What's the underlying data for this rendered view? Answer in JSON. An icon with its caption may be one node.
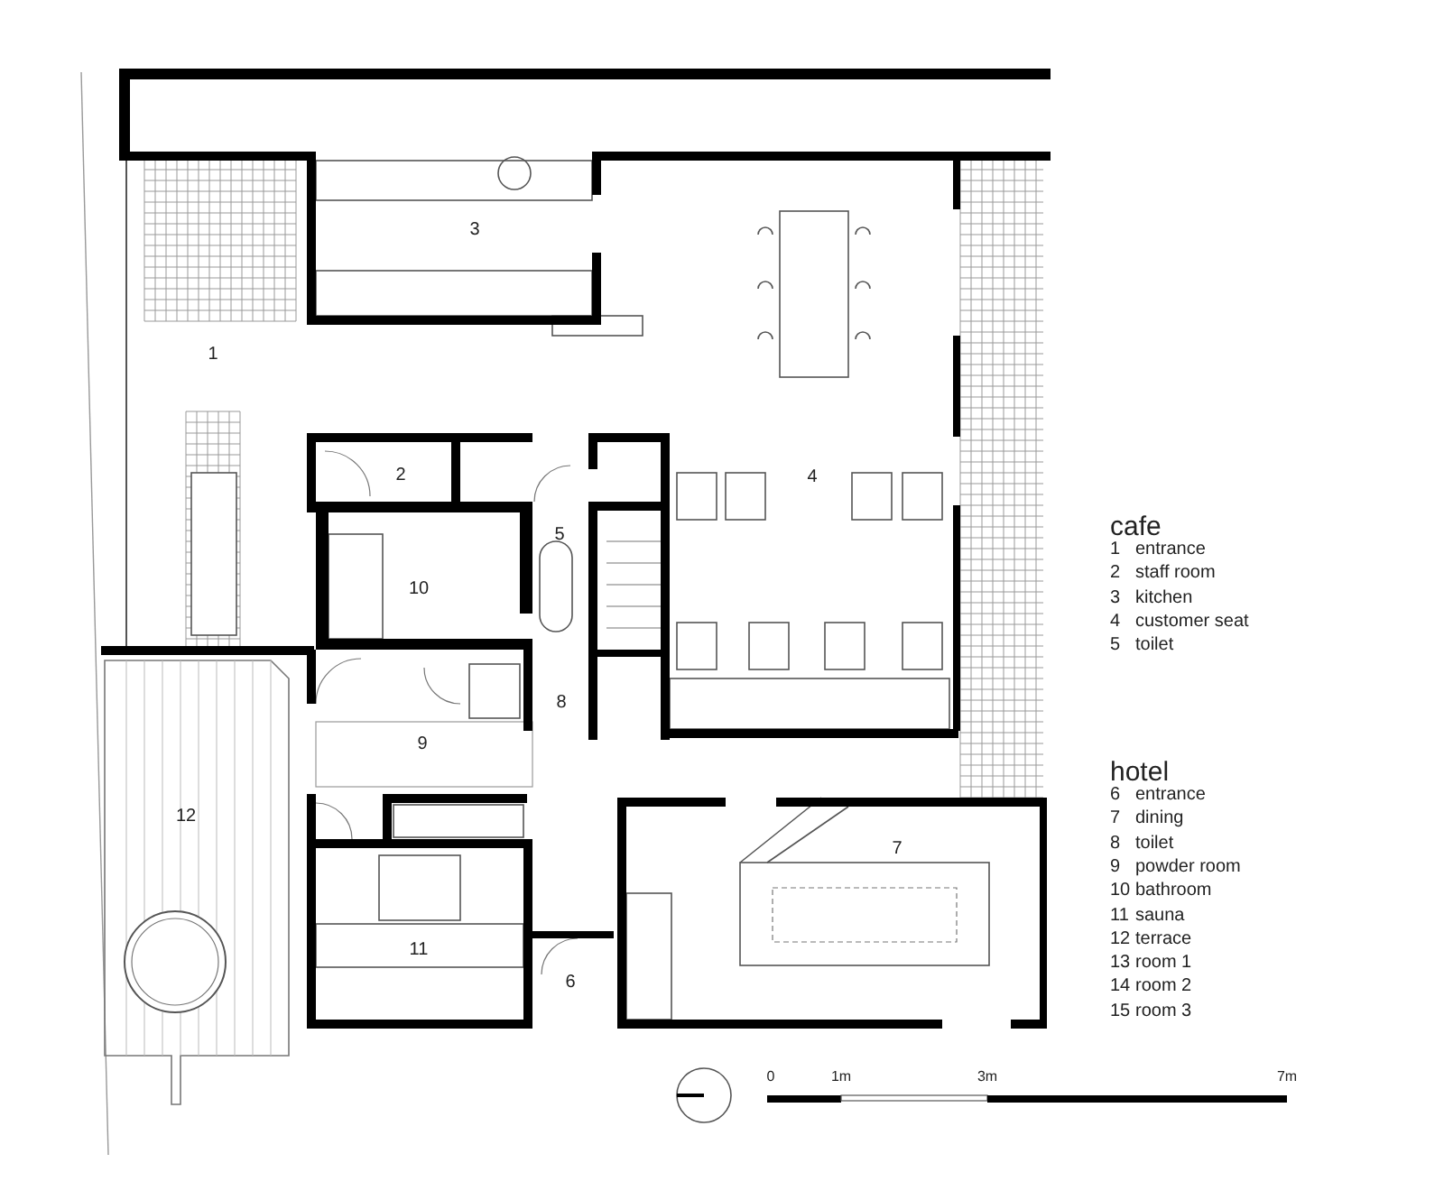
{
  "diagram": {
    "labels": [
      "3",
      "1",
      "2",
      "4",
      "5",
      "10",
      "8",
      "9",
      "12",
      "7",
      "11",
      "6",
      "cafe",
      "1",
      "entrance",
      "2",
      "staff room",
      "3",
      "kitchen",
      "4",
      "customer seat",
      "5",
      "toilet",
      "hotel",
      "6",
      "entrance",
      "7",
      "dining",
      "8",
      "toilet",
      "9",
      "powder room",
      "10",
      "bathroom",
      "11",
      "sauna",
      "12",
      "terrace",
      "13",
      "room 1",
      "14",
      "room 2",
      "15",
      "room 3",
      "0",
      "1m",
      "3m",
      "7m"
    ]
  }
}
